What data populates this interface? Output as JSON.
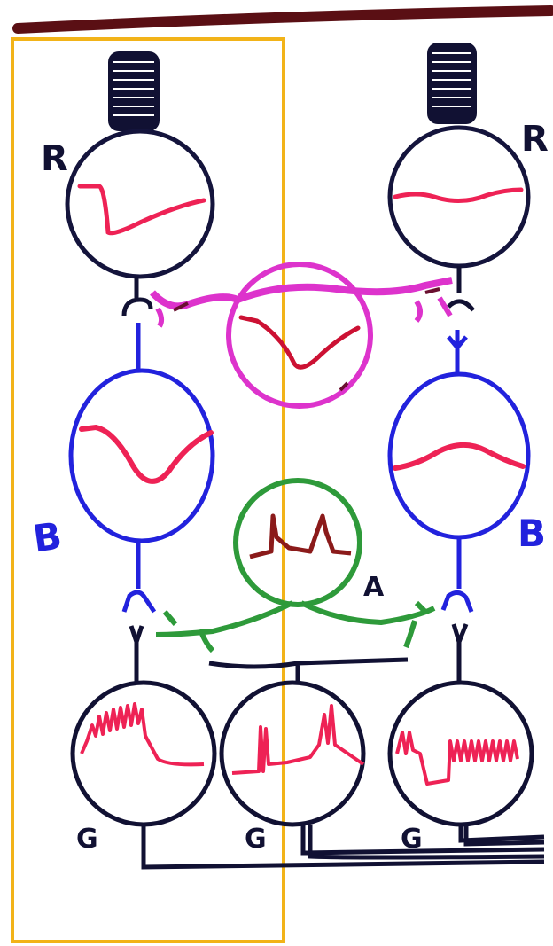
{
  "labels": {
    "rod_left": "R",
    "rod_right": "R",
    "bipolar_left": "B",
    "bipolar_right": "B",
    "amacrine": "A",
    "ganglion_left": "G",
    "ganglion_middle": "G",
    "ganglion_right": "G"
  },
  "colors": {
    "ink": "#111133",
    "rod_outline": "#14143c",
    "bipolar": "#2222dd",
    "horizontal": "#dd33cc",
    "amacrine": "#2e9a3a",
    "trace": "#ee2255",
    "amacrine_trace": "#8b1a1a",
    "highlight_box": "#f2b318",
    "top_bar": "#5a0f14"
  }
}
